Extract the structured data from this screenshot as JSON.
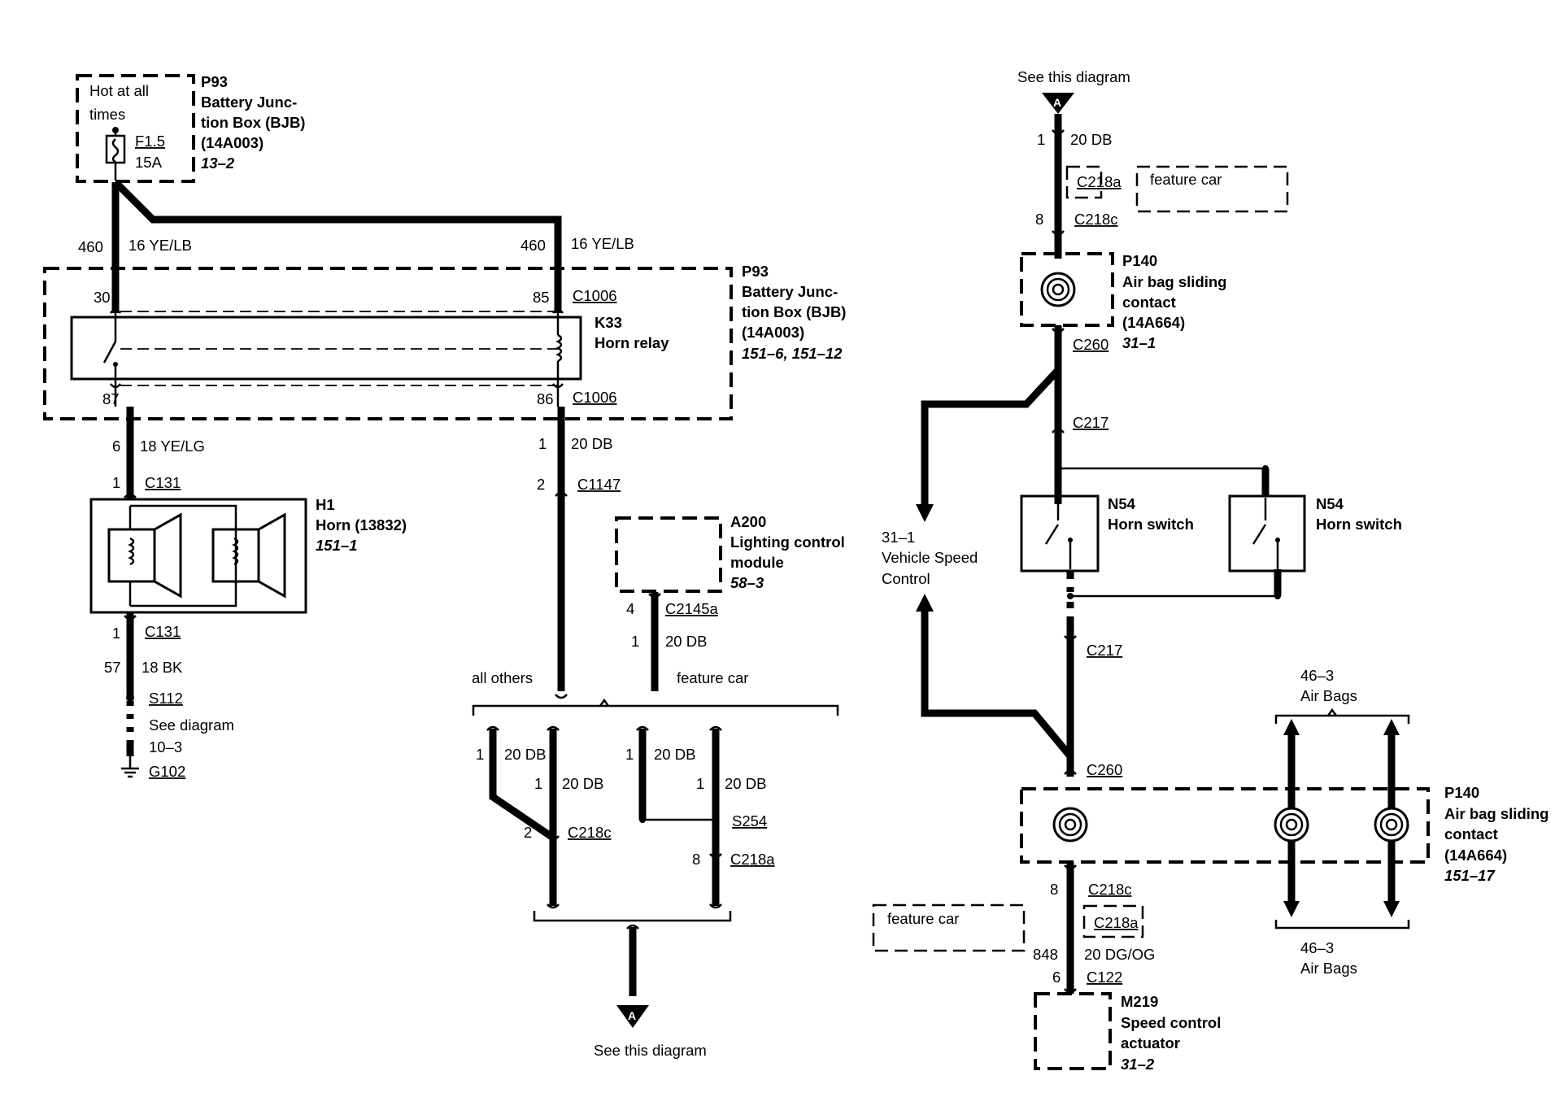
{
  "left": {
    "fuse_box": {
      "hot_text": [
        "Hot at all",
        "times"
      ],
      "fuse": "F1.5",
      "amps": "15A",
      "id": "P93",
      "name": [
        "Battery Junc-",
        "tion Box (BJB)",
        "(14A003)"
      ],
      "ref": "13–2"
    },
    "wires_top": {
      "left_circuit": "460",
      "left_spec": "16 YE/LB",
      "right_circuit": "460",
      "right_spec": "16 YE/LB"
    },
    "bjb": {
      "id": "P93",
      "name": [
        "Battery Junc-",
        "tion Box (BJB)",
        "(14A003)"
      ],
      "ref": "151–6, 151–12",
      "pin30": "30",
      "pin85": "85",
      "conn_top": "C1006",
      "pin87": "87",
      "pin86": "86",
      "conn_bottom": "C1006"
    },
    "relay": {
      "id": "K33",
      "name": "Horn relay"
    },
    "horn_wire": {
      "circuit": "6",
      "spec": "18 YE/LG",
      "pin_top": "1",
      "conn_top": "C131"
    },
    "horn": {
      "id": "H1",
      "name": "Horn (13832)",
      "ref": "151–1"
    },
    "ground_wire": {
      "pin": "1",
      "conn": "C131",
      "circuit": "57",
      "spec": "18 BK",
      "splice": "S112",
      "see": [
        "See diagram",
        "10–3"
      ],
      "ground": "G102"
    },
    "center_wire": {
      "pin1": "1",
      "spec": "20 DB",
      "pin2": "2",
      "conn": "C1147"
    },
    "lcm": {
      "id": "A200",
      "name": [
        "Lighting control",
        "module"
      ],
      "ref": "58–3",
      "pin": "4",
      "conn": "C2145a",
      "pin_b": "1",
      "spec": "20 DB"
    },
    "branch": {
      "all_others": "all others",
      "feature_car": "feature car"
    },
    "split": {
      "a_pin": "1",
      "a_spec": "20 DB",
      "b_pin": "1",
      "b_spec": "20 DB",
      "c_pin": "1",
      "c_spec": "20 DB",
      "d_pin": "1",
      "d_spec": "20 DB",
      "c218c_pin": "2",
      "c218c": "C218c",
      "splice": "S254",
      "c218a_pin": "8",
      "c218a": "C218a"
    },
    "bottom_arrow": {
      "letter": "A",
      "see": "See this diagram"
    }
  },
  "right": {
    "top_arrow": {
      "see": "See this diagram",
      "letter": "A"
    },
    "top_wire": {
      "pin": "1",
      "spec": "20 DB",
      "c218a": "C218a",
      "feature_car": "feature car",
      "pin8": "8",
      "c218c": "C218c"
    },
    "p140_top": {
      "id": "P140",
      "name": [
        "Air bag sliding",
        "contact",
        "(14A664)"
      ],
      "conn": "C260",
      "ref": "31–1"
    },
    "c217_top": "C217",
    "vsc": {
      "ref": "31–1",
      "name": [
        "Vehicle Speed",
        "Control"
      ]
    },
    "n54_left": {
      "id": "N54",
      "name": "Horn switch"
    },
    "n54_right": {
      "id": "N54",
      "name": "Horn switch"
    },
    "c217_bottom": "C217",
    "airbags_top": {
      "ref": "46–3",
      "name": "Air Bags"
    },
    "c260": "C260",
    "p140_bottom": {
      "id": "P140",
      "name": [
        "Air bag sliding",
        "contact",
        "(14A664)"
      ],
      "ref": "151–17"
    },
    "lower": {
      "pin8": "8",
      "c218c": "C218c",
      "c218a": "C218a",
      "feature_car": "feature car",
      "circuit": "848",
      "spec": "20 DG/OG",
      "pin6": "6",
      "conn": "C122"
    },
    "airbags_bottom": {
      "ref": "46–3",
      "name": "Air Bags"
    },
    "m219": {
      "id": "M219",
      "name": [
        "Speed control",
        "actuator"
      ],
      "ref": "31–2"
    }
  }
}
